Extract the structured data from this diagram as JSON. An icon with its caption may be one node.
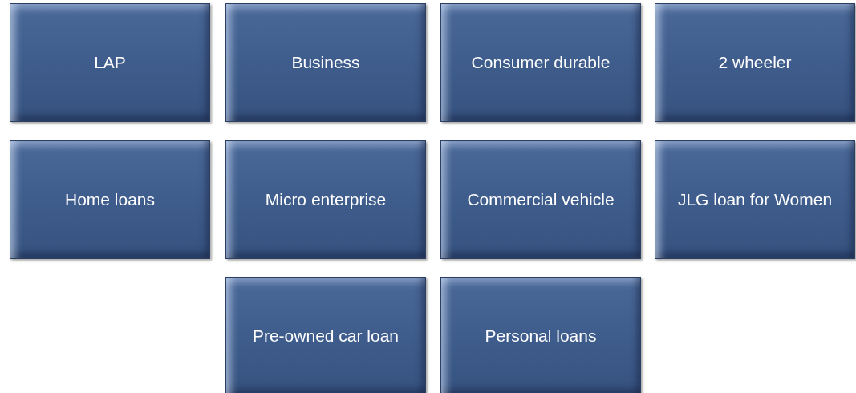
{
  "diagram": {
    "nodes": [
      {
        "text": [
          "LAP"
        ]
      },
      {
        "text": [
          "Business"
        ]
      },
      {
        "text": [
          "Consumer durable"
        ]
      },
      {
        "text": [
          "2 wheeler"
        ]
      },
      {
        "text": [
          "Home loans"
        ]
      },
      {
        "text": [
          "Micro enterprise"
        ]
      },
      {
        "text": [
          "Commercial vehicle"
        ]
      },
      {
        "text": [
          "JLG loan for Women"
        ]
      },
      {
        "text": [
          "Pre-owned car loan"
        ]
      },
      {
        "text": [
          "Personal loans"
        ]
      }
    ]
  }
}
